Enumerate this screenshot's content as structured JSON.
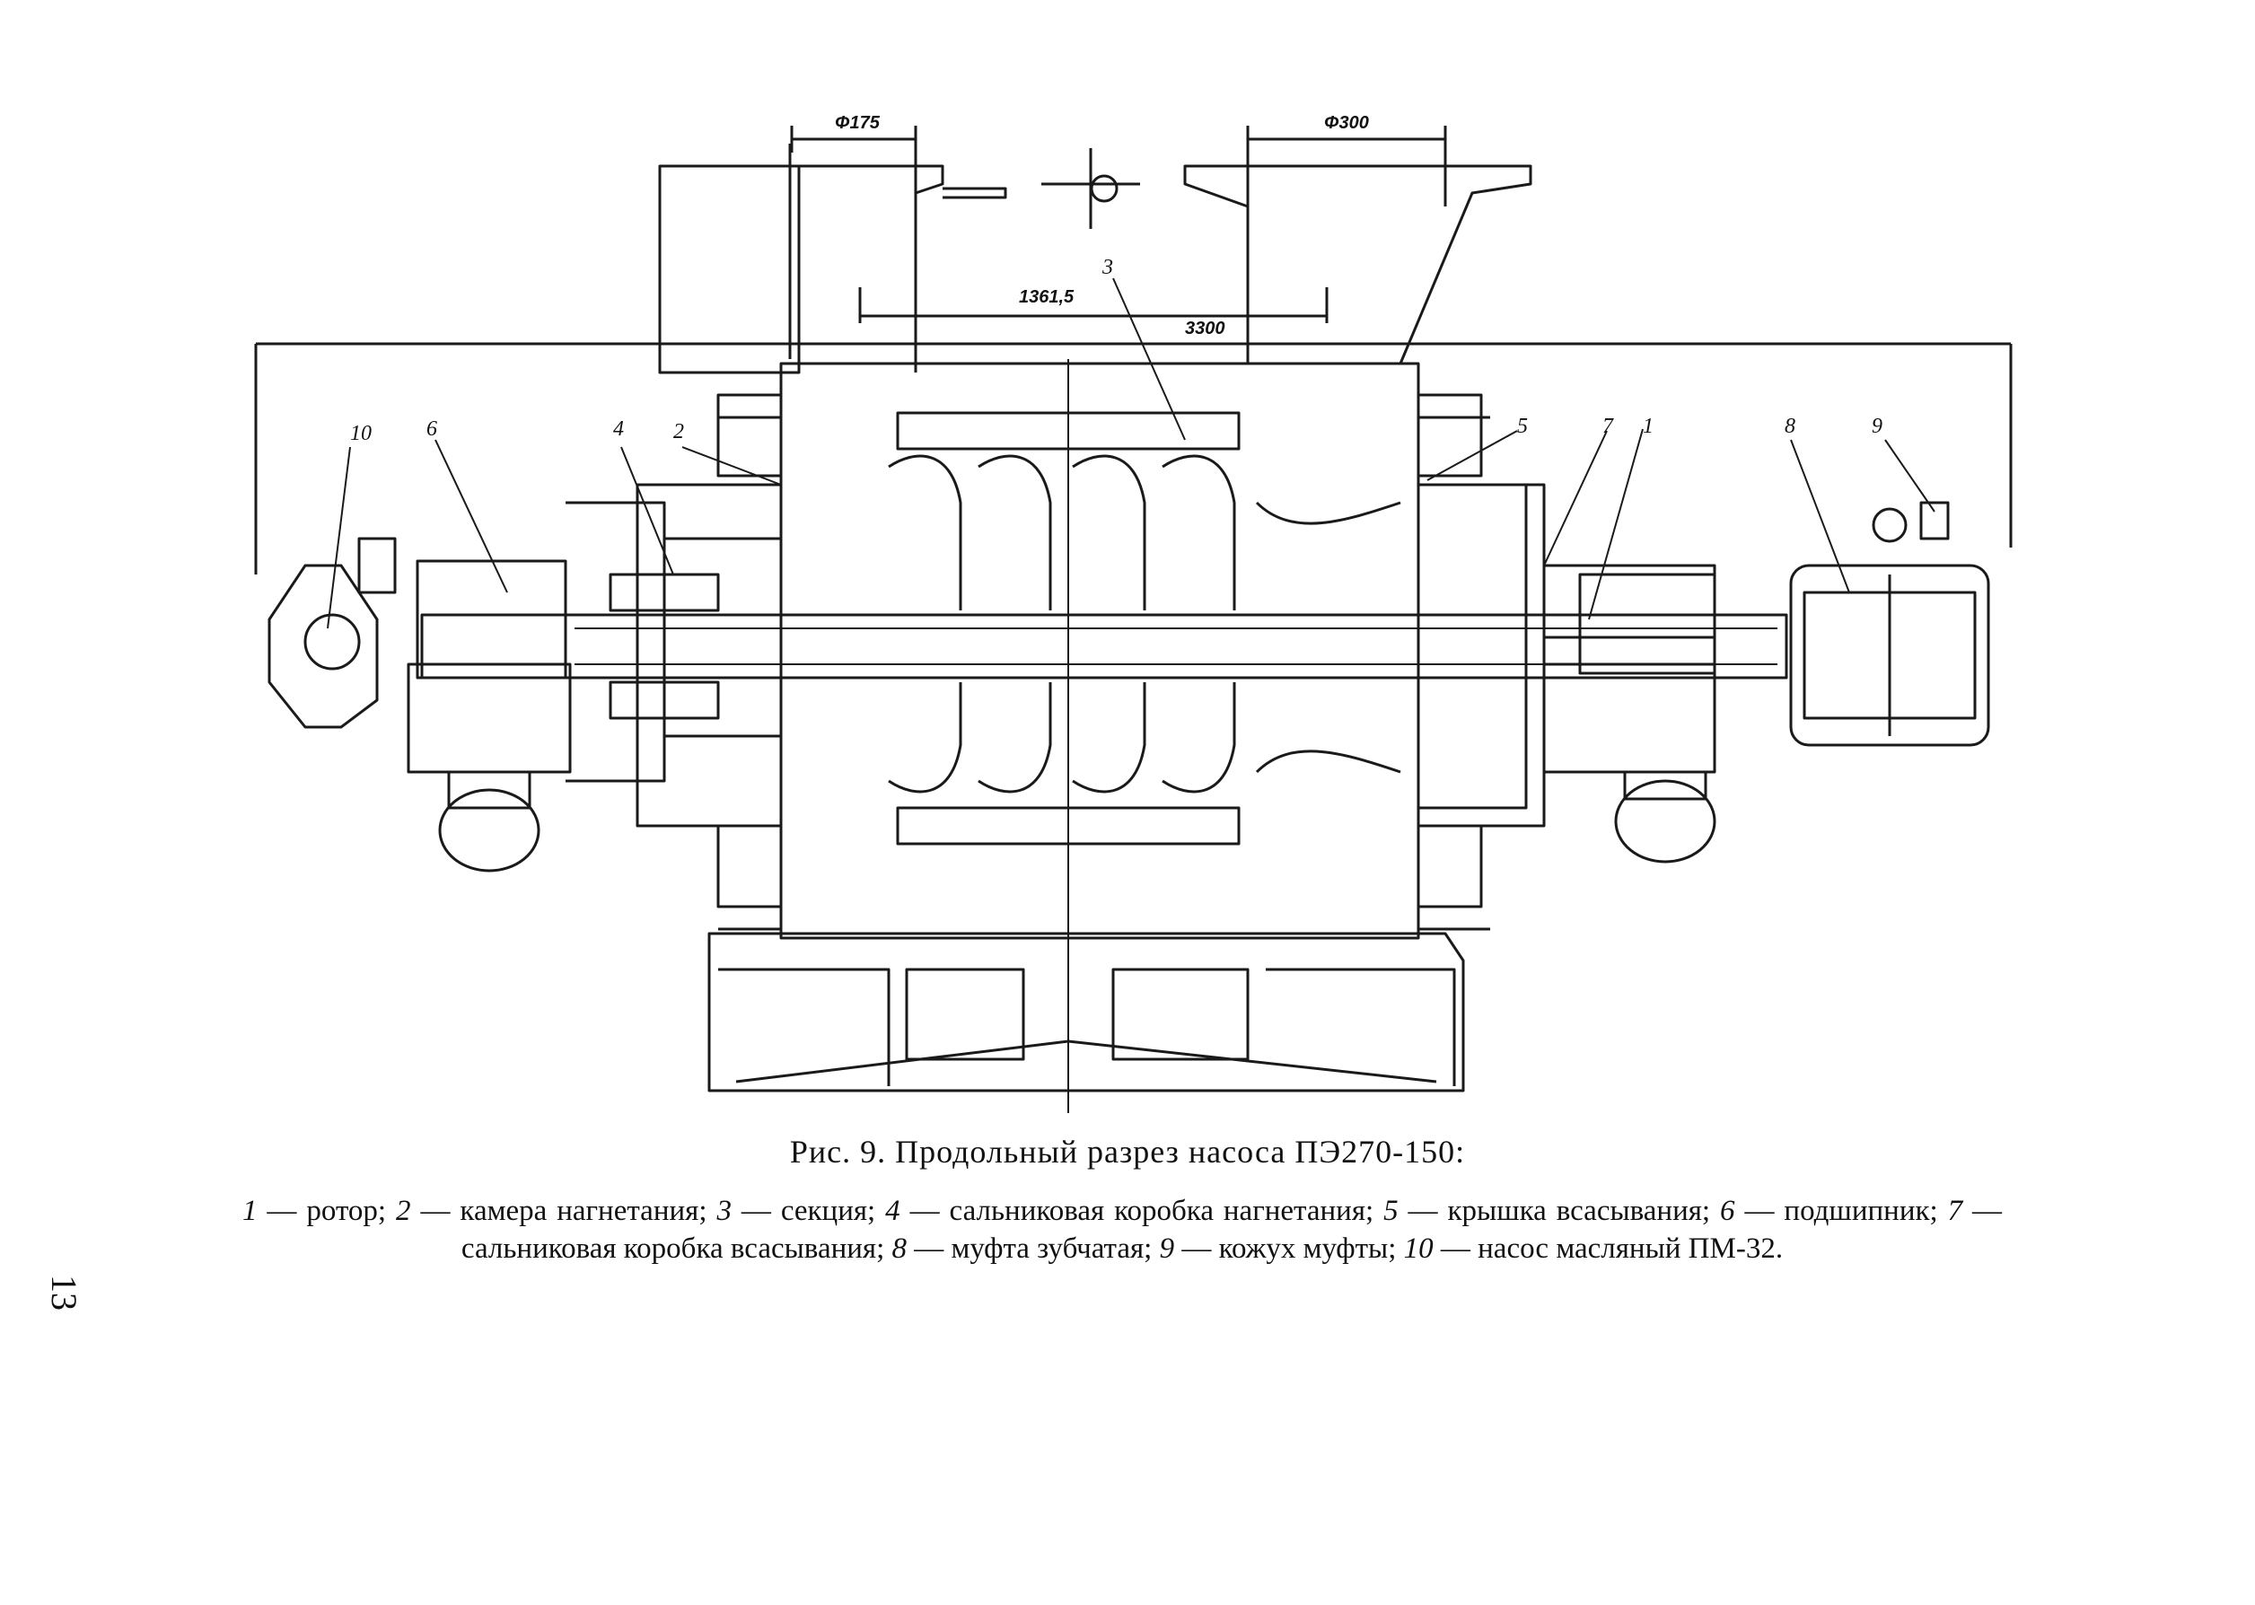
{
  "figure": {
    "dimensions": {
      "suction_diameter": "Φ175",
      "discharge_diameter": "Φ300",
      "inner_span": "1361,5",
      "overall_length": "3300"
    },
    "callouts": [
      "1",
      "2",
      "3",
      "4",
      "5",
      "6",
      "7",
      "8",
      "9",
      "10"
    ],
    "title": "Рис. 9. Продольный разрез насоса ПЭ270-150:",
    "legend": [
      {
        "num": "1",
        "text": "ротор;"
      },
      {
        "num": "2",
        "text": "камера нагнетания;"
      },
      {
        "num": "3",
        "text": "секция;"
      },
      {
        "num": "4",
        "text": "сальниковая коробка нагнетания;"
      },
      {
        "num": "5",
        "text": "крышка всасывания;"
      },
      {
        "num": "6",
        "text": "подшипник;"
      },
      {
        "num": "7",
        "text": "сальниковая коробка всасывания;"
      },
      {
        "num": "8",
        "text": "муфта зубчатая;"
      },
      {
        "num": "9",
        "text": "кожух муфты;"
      },
      {
        "num": "10",
        "text": "насос масляный ПМ-32."
      }
    ]
  },
  "page_number": "13"
}
